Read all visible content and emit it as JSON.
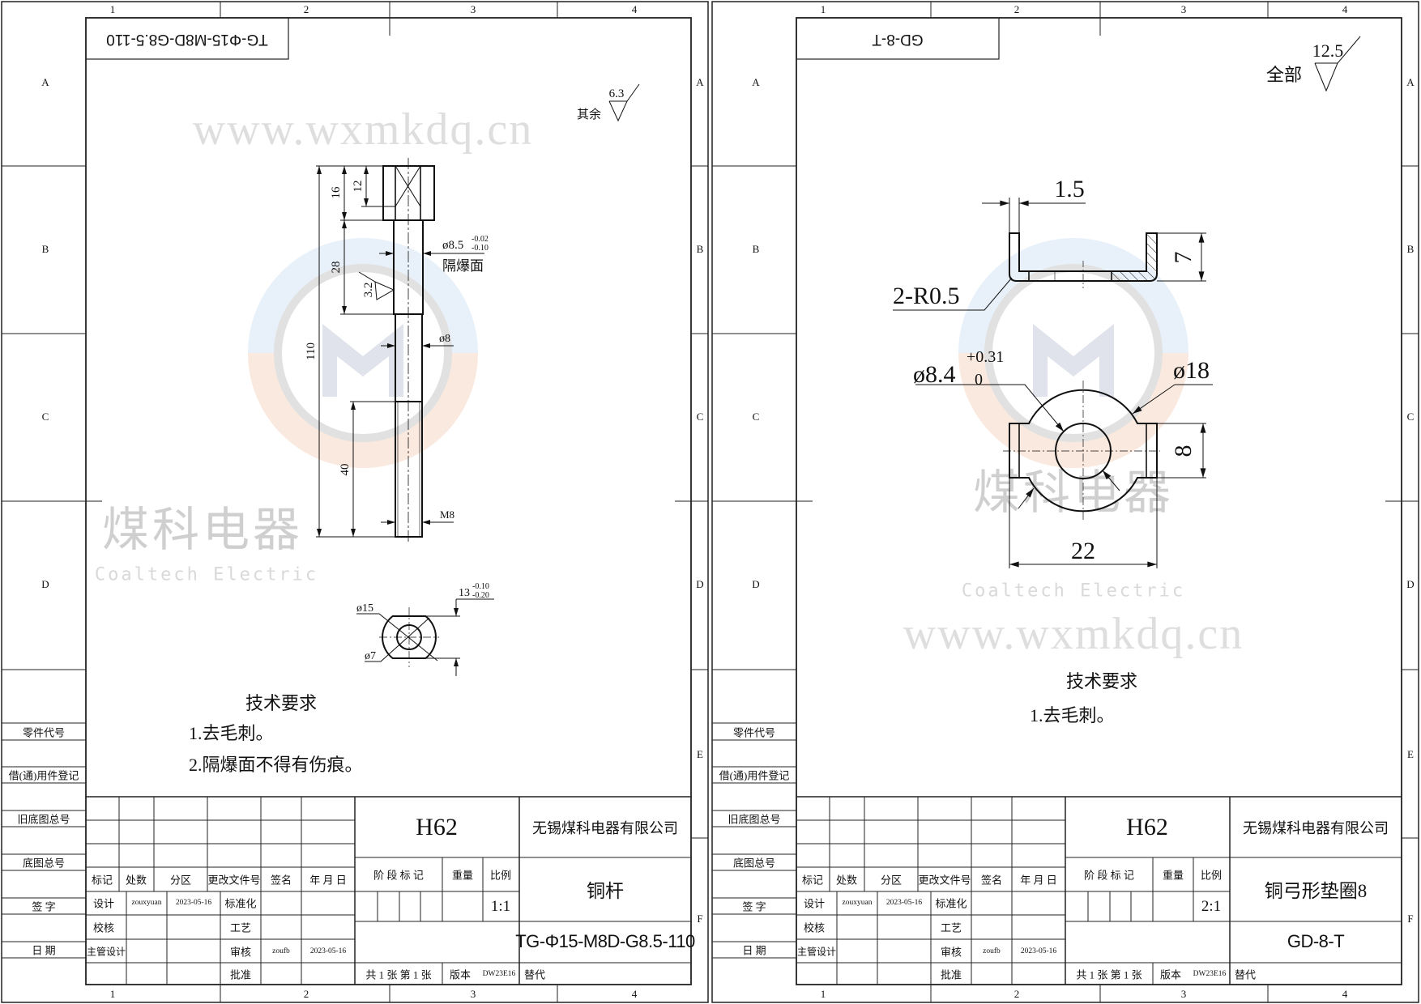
{
  "frame": {
    "col_numbers": [
      "1",
      "2",
      "3",
      "4"
    ],
    "row_letters": [
      "A",
      "B",
      "C",
      "D",
      "E",
      "F"
    ],
    "side_labels": [
      "零件代号",
      "借(通)用件登记",
      "旧底图总号",
      "底图总号",
      "签 字",
      "日 期"
    ],
    "revision_headers": [
      "标记",
      "处数",
      "分区",
      "更改文件号",
      "签名",
      "年 月 日"
    ],
    "roles": {
      "design": "设计",
      "check": "校核",
      "chief": "主管设计",
      "standard": "标准化",
      "process": "工艺",
      "review": "审核",
      "approve": "批准"
    },
    "designer": "zouxyuan",
    "design_date": "2023-05-16",
    "reviewer": "zoufb",
    "review_date": "2023-05-16",
    "stage_mark": "阶 段 标 记",
    "weight": "重量",
    "scale_label": "比例",
    "sheet_count": "共 1 张  第 1 张",
    "version_label": "版本",
    "version": "DW23E16",
    "replace": "替代",
    "company": "无锡煤科电器有限公司",
    "watermark": {
      "cn": "煤科电器",
      "en": "Coaltech Electric",
      "url": "www.wxmkdq.cn"
    },
    "tech_req_title": "技术要求"
  },
  "sheets": [
    {
      "title_box": "TG-Φ15-M8D-G8.5-110",
      "material": "H62",
      "part_name": "铜杆",
      "drawing_no": "TG-Φ15-M8D-G8.5-110",
      "scale": "1:1",
      "roughness": {
        "label": "其余",
        "value": "6.3"
      },
      "tech_req": [
        "1.去毛刺。",
        "2.隔爆面不得有伤痕。"
      ],
      "dims": {
        "overall": "110",
        "head": "16",
        "head_inner": "12",
        "seal_len": "28",
        "thread_len": "40",
        "seal_dia": "ø8.5",
        "seal_tol_upper": "-0.02",
        "seal_tol_lower": "-0.10",
        "seal_note": "隔爆面",
        "seal_rough": "3.2",
        "mid_dia": "ø8",
        "thread": "M8",
        "head_dia": "ø15",
        "hole_dia": "ø7",
        "flat": "13",
        "flat_tol_upper": "-0.10",
        "flat_tol_lower": "-0.20"
      }
    },
    {
      "title_box": "GD-8-T",
      "material": "H62",
      "part_name": "铜弓形垫圈8",
      "drawing_no": "GD-8-T",
      "scale": "2:1",
      "roughness": {
        "label": "全部",
        "value": "12.5"
      },
      "tech_req": [
        "1.去毛刺。"
      ],
      "dims": {
        "thickness": "1.5",
        "height": "7",
        "radius": "2-R0.5",
        "hole": "ø8.4",
        "hole_tol_upper": "+0.31",
        "hole_tol_lower": "0",
        "outer": "ø18",
        "ear_width": "8",
        "length": "22"
      }
    }
  ]
}
